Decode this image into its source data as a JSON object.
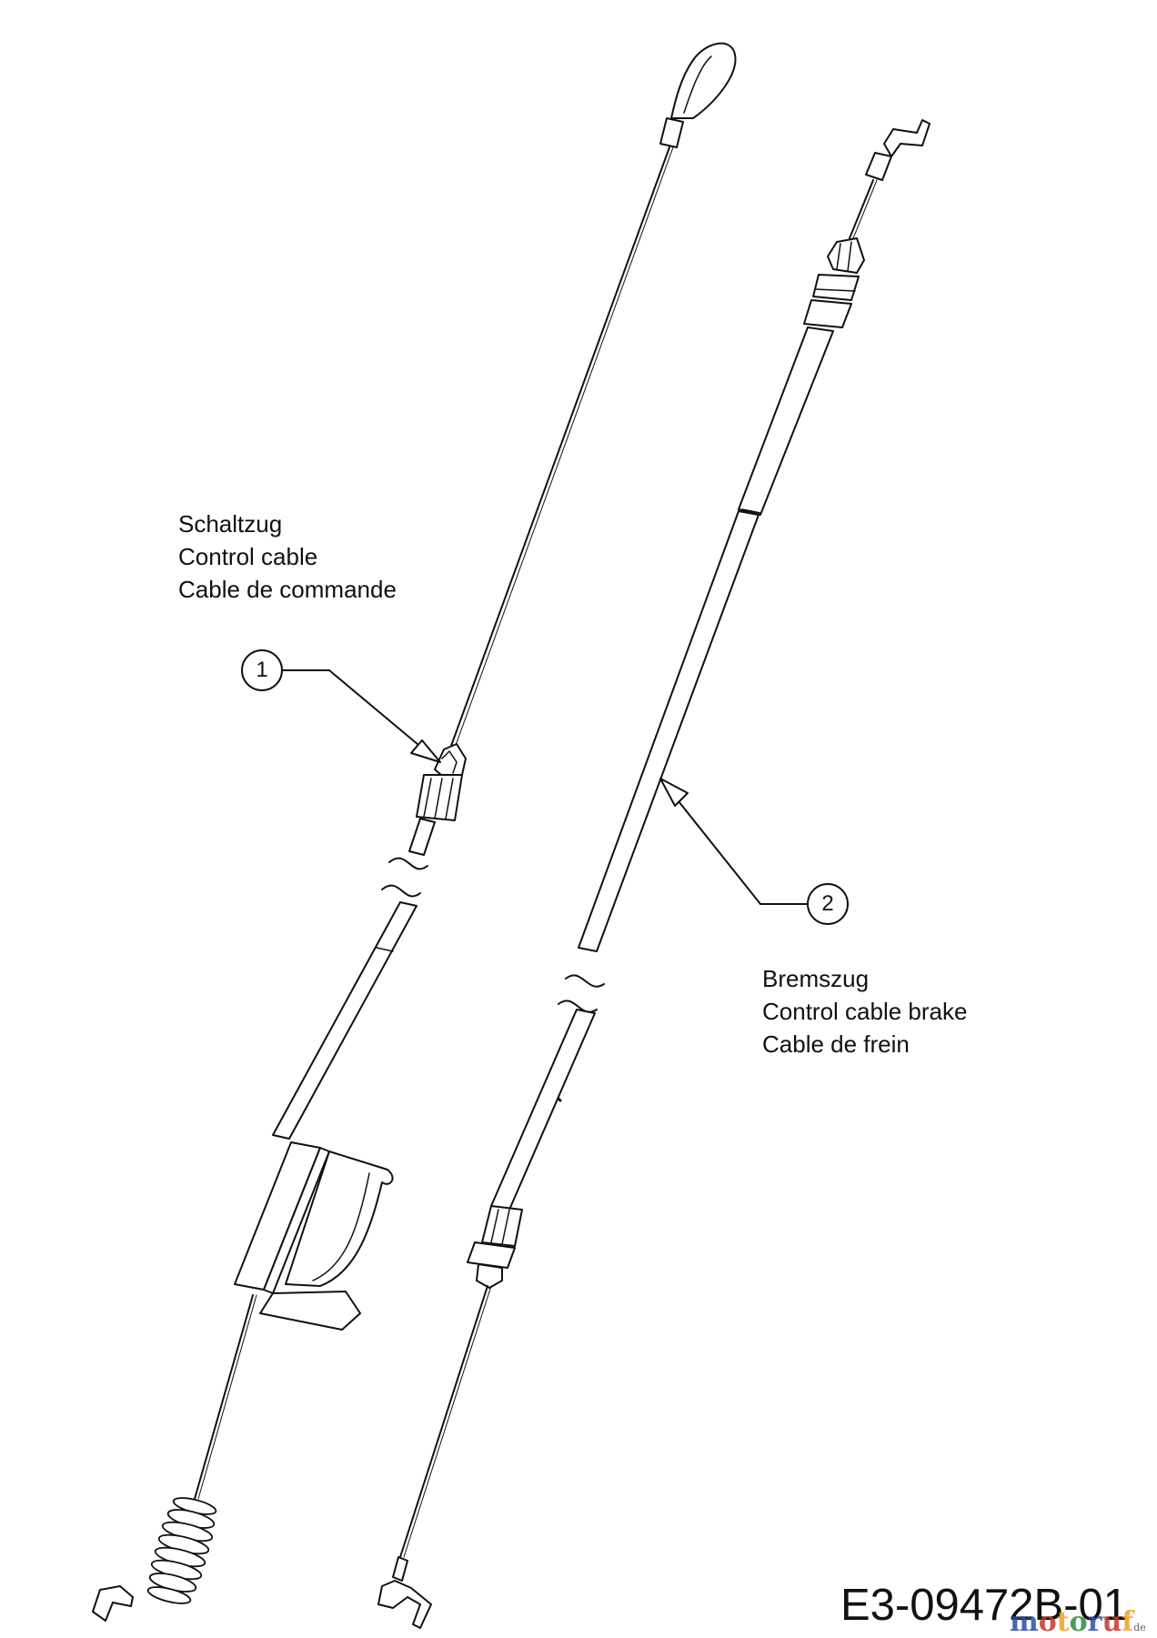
{
  "part1": {
    "number": "1",
    "lines": [
      "Schaltzug",
      "Control cable",
      "Cable de commande"
    ]
  },
  "part2": {
    "number": "2",
    "lines": [
      "Bremszug",
      "Control cable brake",
      "Cable de frein"
    ]
  },
  "drawing_code": "E3-09472B-01",
  "watermark": {
    "text": "motoruf",
    "suffix": "de",
    "colors": [
      "#2b4fa0",
      "#c0392b",
      "#f0a020",
      "#2e8b3c"
    ]
  },
  "colors": {
    "line": "#111111",
    "background": "#ffffff"
  }
}
